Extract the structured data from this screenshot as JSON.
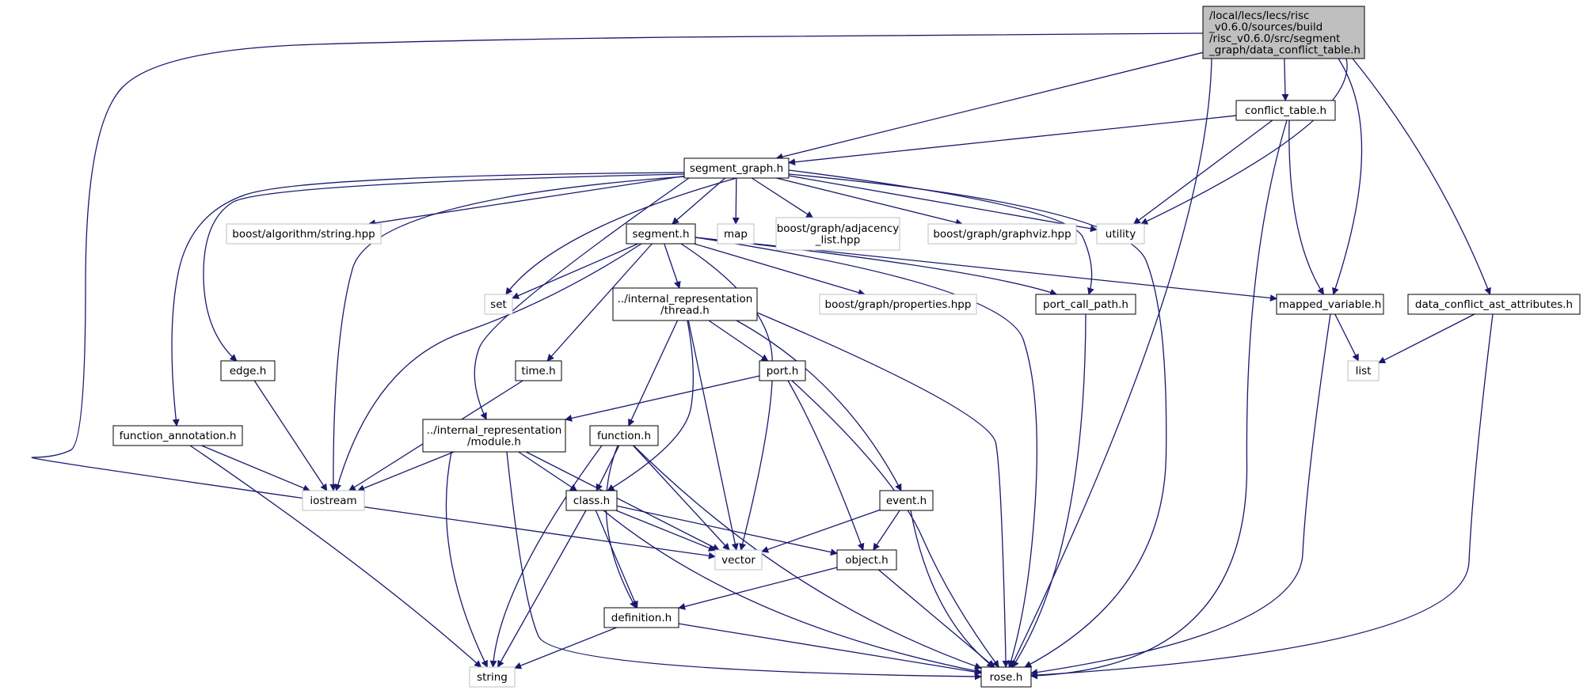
{
  "diagram": {
    "title": "",
    "colors": {
      "edge": "#191970",
      "node_border": "#000000",
      "system_border": "#bfbfbf",
      "root_fill": "#bfbfbf"
    },
    "nodes": {
      "root": {
        "lines": [
          "/local/lecs/lecs/risc",
          "_v0.6.0/sources/build",
          "/risc_v0.6.0/src/segment",
          "_graph/data_conflict_table.h"
        ],
        "kind": "root"
      },
      "conflict_table": {
        "lines": [
          "conflict_table.h"
        ],
        "kind": "local"
      },
      "segment_graph": {
        "lines": [
          "segment_graph.h"
        ],
        "kind": "local"
      },
      "boost_alg_string": {
        "lines": [
          "boost/algorithm/string.hpp"
        ],
        "kind": "system"
      },
      "segment": {
        "lines": [
          "segment.h"
        ],
        "kind": "local"
      },
      "map": {
        "lines": [
          "map"
        ],
        "kind": "system"
      },
      "boost_adj": {
        "lines": [
          "boost/graph/adjacency",
          "_list.hpp"
        ],
        "kind": "system"
      },
      "boost_graphviz": {
        "lines": [
          "boost/graph/graphviz.hpp"
        ],
        "kind": "system"
      },
      "utility": {
        "lines": [
          "utility"
        ],
        "kind": "system"
      },
      "set": {
        "lines": [
          "set"
        ],
        "kind": "system"
      },
      "thread": {
        "lines": [
          "../internal_representation",
          "/thread.h"
        ],
        "kind": "local"
      },
      "boost_props": {
        "lines": [
          "boost/graph/properties.hpp"
        ],
        "kind": "system"
      },
      "port_call_path": {
        "lines": [
          "port_call_path.h"
        ],
        "kind": "local"
      },
      "mapped_variable": {
        "lines": [
          "mapped_variable.h"
        ],
        "kind": "local"
      },
      "data_conflict_ast": {
        "lines": [
          "data_conflict_ast_attributes.h"
        ],
        "kind": "local"
      },
      "edge": {
        "lines": [
          "edge.h"
        ],
        "kind": "local"
      },
      "time": {
        "lines": [
          "time.h"
        ],
        "kind": "local"
      },
      "port": {
        "lines": [
          "port.h"
        ],
        "kind": "local"
      },
      "list": {
        "lines": [
          "list"
        ],
        "kind": "system"
      },
      "function_annotation": {
        "lines": [
          "function_annotation.h"
        ],
        "kind": "local"
      },
      "module": {
        "lines": [
          "../internal_representation",
          "/module.h"
        ],
        "kind": "local"
      },
      "function": {
        "lines": [
          "function.h"
        ],
        "kind": "local"
      },
      "iostream": {
        "lines": [
          "iostream"
        ],
        "kind": "system"
      },
      "class": {
        "lines": [
          "class.h"
        ],
        "kind": "local"
      },
      "event": {
        "lines": [
          "event.h"
        ],
        "kind": "local"
      },
      "vector": {
        "lines": [
          "vector"
        ],
        "kind": "system"
      },
      "object": {
        "lines": [
          "object.h"
        ],
        "kind": "local"
      },
      "definition": {
        "lines": [
          "definition.h"
        ],
        "kind": "local"
      },
      "string": {
        "lines": [
          "string"
        ],
        "kind": "system"
      },
      "rose": {
        "lines": [
          "rose.h"
        ],
        "kind": "local"
      }
    },
    "edges": [
      [
        "root",
        "segment_graph"
      ],
      [
        "root",
        "vector"
      ],
      [
        "root",
        "conflict_table"
      ],
      [
        "root",
        "utility"
      ],
      [
        "root",
        "mapped_variable"
      ],
      [
        "root",
        "data_conflict_ast"
      ],
      [
        "root",
        "rose"
      ],
      [
        "conflict_table",
        "segment_graph"
      ],
      [
        "conflict_table",
        "utility"
      ],
      [
        "conflict_table",
        "mapped_variable"
      ],
      [
        "conflict_table",
        "rose"
      ],
      [
        "segment_graph",
        "boost_alg_string"
      ],
      [
        "segment_graph",
        "segment"
      ],
      [
        "segment_graph",
        "map"
      ],
      [
        "segment_graph",
        "boost_adj"
      ],
      [
        "segment_graph",
        "boost_graphviz"
      ],
      [
        "segment_graph",
        "utility"
      ],
      [
        "segment_graph",
        "set"
      ],
      [
        "segment_graph",
        "port_call_path"
      ],
      [
        "segment_graph",
        "edge"
      ],
      [
        "segment_graph",
        "function_annotation"
      ],
      [
        "segment_graph",
        "module"
      ],
      [
        "segment_graph",
        "iostream"
      ],
      [
        "segment_graph",
        "rose"
      ],
      [
        "segment",
        "set"
      ],
      [
        "segment",
        "thread"
      ],
      [
        "segment",
        "boost_props"
      ],
      [
        "segment",
        "port_call_path"
      ],
      [
        "segment",
        "mapped_variable"
      ],
      [
        "segment",
        "time"
      ],
      [
        "segment",
        "iostream"
      ],
      [
        "segment",
        "vector"
      ],
      [
        "segment",
        "rose"
      ],
      [
        "thread",
        "port"
      ],
      [
        "thread",
        "function"
      ],
      [
        "thread",
        "class"
      ],
      [
        "thread",
        "event"
      ],
      [
        "thread",
        "vector"
      ],
      [
        "thread",
        "rose"
      ],
      [
        "port_call_path",
        "rose"
      ],
      [
        "mapped_variable",
        "list"
      ],
      [
        "mapped_variable",
        "rose"
      ],
      [
        "data_conflict_ast",
        "list"
      ],
      [
        "data_conflict_ast",
        "rose"
      ],
      [
        "edge",
        "iostream"
      ],
      [
        "time",
        "iostream"
      ],
      [
        "port",
        "module"
      ],
      [
        "port",
        "object"
      ],
      [
        "port",
        "rose"
      ],
      [
        "function_annotation",
        "iostream"
      ],
      [
        "function_annotation",
        "string"
      ],
      [
        "module",
        "iostream"
      ],
      [
        "module",
        "class"
      ],
      [
        "module",
        "vector"
      ],
      [
        "module",
        "string"
      ],
      [
        "module",
        "rose"
      ],
      [
        "function",
        "class"
      ],
      [
        "function",
        "vector"
      ],
      [
        "function",
        "definition"
      ],
      [
        "function",
        "string"
      ],
      [
        "function",
        "rose"
      ],
      [
        "class",
        "vector"
      ],
      [
        "class",
        "object"
      ],
      [
        "class",
        "definition"
      ],
      [
        "class",
        "string"
      ],
      [
        "class",
        "rose"
      ],
      [
        "event",
        "vector"
      ],
      [
        "event",
        "object"
      ],
      [
        "event",
        "rose"
      ],
      [
        "object",
        "definition"
      ],
      [
        "object",
        "rose"
      ],
      [
        "definition",
        "string"
      ],
      [
        "definition",
        "rose"
      ]
    ]
  }
}
